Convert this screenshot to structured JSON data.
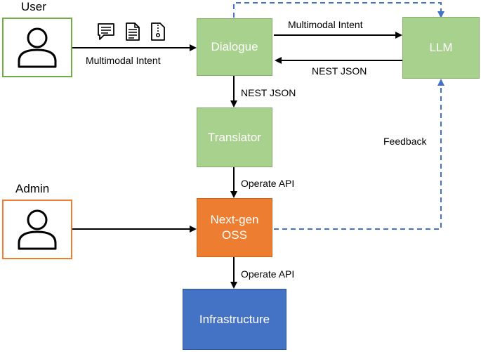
{
  "actors": {
    "user": {
      "title": "User",
      "color": "#70ad47"
    },
    "admin": {
      "title": "Admin",
      "color": "#ed7d31"
    }
  },
  "nodes": {
    "dialogue": "Dialogue",
    "llm": "LLM",
    "translator": "Translator",
    "oss": "Next-gen\nOSS",
    "infrastructure": "Infrastructure"
  },
  "edges": {
    "user_to_dialogue": "Multimodal Intent",
    "dialogue_to_llm": "Multimodal Intent",
    "llm_to_dialogue": "NEST JSON",
    "dialogue_to_translator": "NEST JSON",
    "translator_to_oss": "Operate API",
    "oss_to_infra": "Operate API",
    "feedback": "Feedback"
  },
  "icons": [
    "chat-icon",
    "document-icon",
    "file-zip-icon"
  ],
  "colors": {
    "green": "#a9d18e",
    "orange": "#ed7d31",
    "blue": "#4472c4",
    "dashed": "#4472c4"
  }
}
